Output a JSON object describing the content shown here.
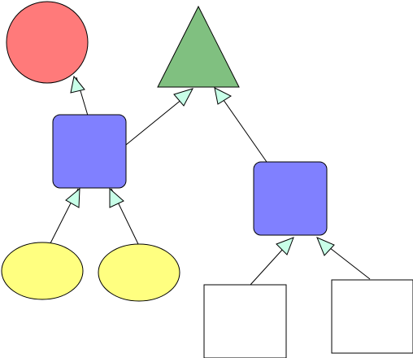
{
  "diagram": {
    "colors": {
      "circle": "#ff7a7a",
      "triangle": "#80c080",
      "rounded_square": "#8080ff",
      "ellipse": "#ffff80",
      "square": "#ffffff",
      "stroke": "#000000",
      "arrowhead": "#c8ffe8"
    },
    "nodes": [
      {
        "id": "circle-top-left",
        "shape": "circle",
        "label": ""
      },
      {
        "id": "triangle-top",
        "shape": "triangle",
        "label": ""
      },
      {
        "id": "rounded-square-left",
        "shape": "rounded-square",
        "label": ""
      },
      {
        "id": "rounded-square-right",
        "shape": "rounded-square",
        "label": ""
      },
      {
        "id": "ellipse-bottom-left",
        "shape": "ellipse",
        "label": ""
      },
      {
        "id": "ellipse-bottom-mid",
        "shape": "ellipse",
        "label": ""
      },
      {
        "id": "square-bottom-left",
        "shape": "square",
        "label": ""
      },
      {
        "id": "square-bottom-right",
        "shape": "square",
        "label": ""
      }
    ],
    "edges": [
      {
        "from": "rounded-square-left",
        "to": "circle-top-left",
        "arrow": "hollow-triangle"
      },
      {
        "from": "rounded-square-left",
        "to": "triangle-top",
        "arrow": "hollow-triangle"
      },
      {
        "from": "rounded-square-right",
        "to": "triangle-top",
        "arrow": "hollow-triangle"
      },
      {
        "from": "ellipse-bottom-left",
        "to": "rounded-square-left",
        "arrow": "hollow-triangle"
      },
      {
        "from": "ellipse-bottom-mid",
        "to": "rounded-square-left",
        "arrow": "hollow-triangle"
      },
      {
        "from": "square-bottom-left",
        "to": "rounded-square-right",
        "arrow": "hollow-triangle"
      },
      {
        "from": "square-bottom-right",
        "to": "rounded-square-right",
        "arrow": "hollow-triangle"
      }
    ]
  }
}
